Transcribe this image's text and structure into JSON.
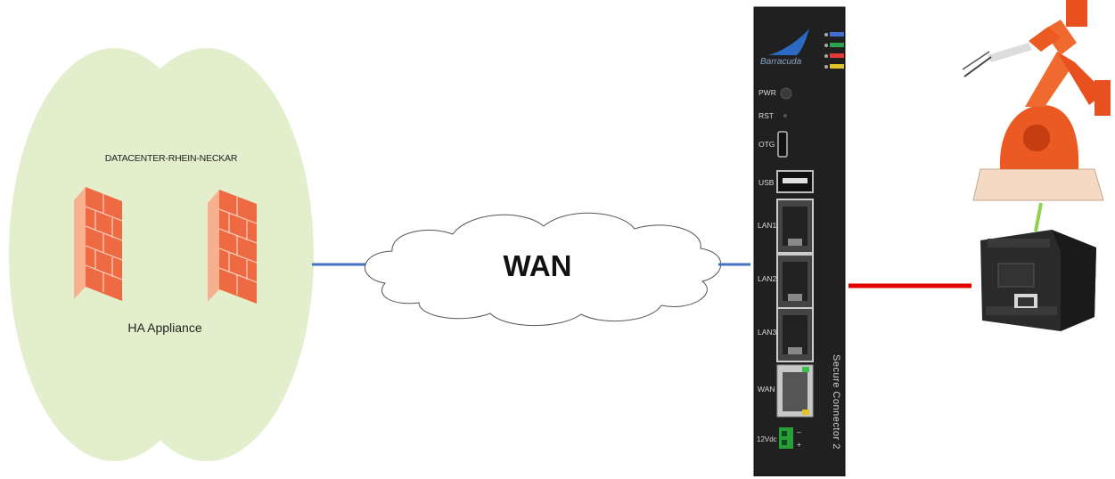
{
  "datacenter": {
    "title": "DATACENTER-RHEIN-NECKAR",
    "caption": "HA Appliance",
    "fill_color": "#e3efcc"
  },
  "wan_cloud": {
    "label": "WAN"
  },
  "device": {
    "brand": "Barracuda",
    "model": "Secure Connector 2",
    "ports": [
      "PWR",
      "RST",
      "OTG",
      "USB",
      "LAN1",
      "LAN2",
      "LAN3",
      "WAN",
      "12Vdc"
    ],
    "power_signs": [
      "–",
      "+"
    ],
    "status_led_colors": [
      "#3f6fd1",
      "#2aa34a",
      "#e53935",
      "#e3c22a"
    ]
  },
  "connections": {
    "datacenter_to_wan_color": "#4472c4",
    "device_to_plc_color": "#e00000",
    "plc_to_robot_color": "#92d050"
  },
  "icons": {
    "firewall": "firewall-icon",
    "robot_arm": "robot-arm-icon",
    "plc": "plc-controller-icon"
  }
}
